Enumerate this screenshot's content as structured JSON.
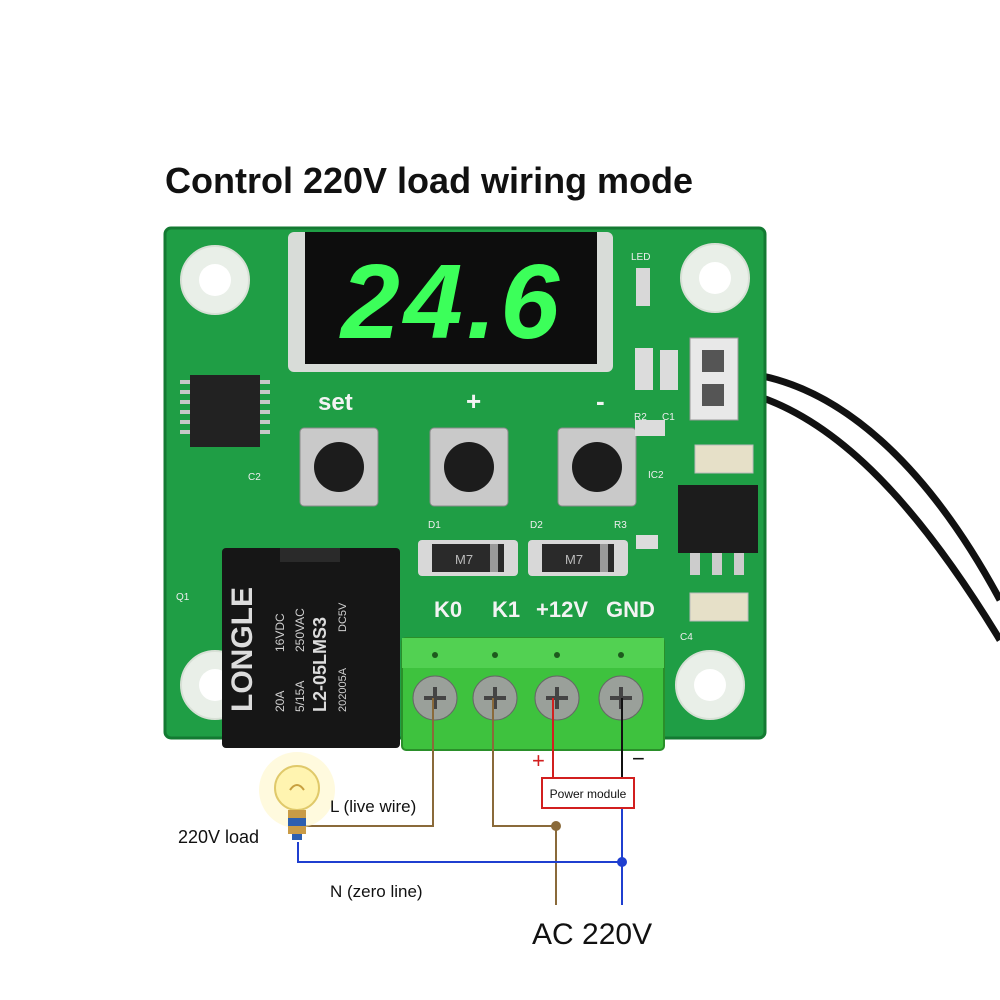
{
  "title": "Control 220V load wiring mode",
  "display": {
    "digits": "24.6"
  },
  "buttons": {
    "set": "set",
    "plus": "+",
    "minus": "-"
  },
  "terminals": [
    "K0",
    "K1",
    "+12V",
    "GND"
  ],
  "relay": {
    "brand": "LONGLE",
    "model": "L2-05LMS3",
    "rating1": "20A",
    "rating2": "16VDC",
    "rating3": "250VAC",
    "rating4": "5/15A",
    "code": "202005A",
    "dc": "DC5V"
  },
  "board_labels": {
    "led": "LED",
    "q1": "Q1",
    "d1": "D1",
    "d2": "D2",
    "r3": "R3",
    "r2": "R2",
    "c1": "C1",
    "c2": "C2",
    "ic2": "IC2",
    "c4": "C4",
    "diode_code": "M7"
  },
  "wiring": {
    "live": "L (live wire)",
    "load": "220V load",
    "neutral": "N (zero line)",
    "power_module": "Power module",
    "plus": "+",
    "minus": "−",
    "ac": "AC 220V"
  },
  "colors": {
    "pcb": "#1f9e45",
    "live_wire": "#8a6a3a",
    "neutral_wire": "#1f3fd0",
    "plus_wire": "#d21f1f",
    "minus_wire": "#111111",
    "display_digits": "#3cff5a"
  }
}
